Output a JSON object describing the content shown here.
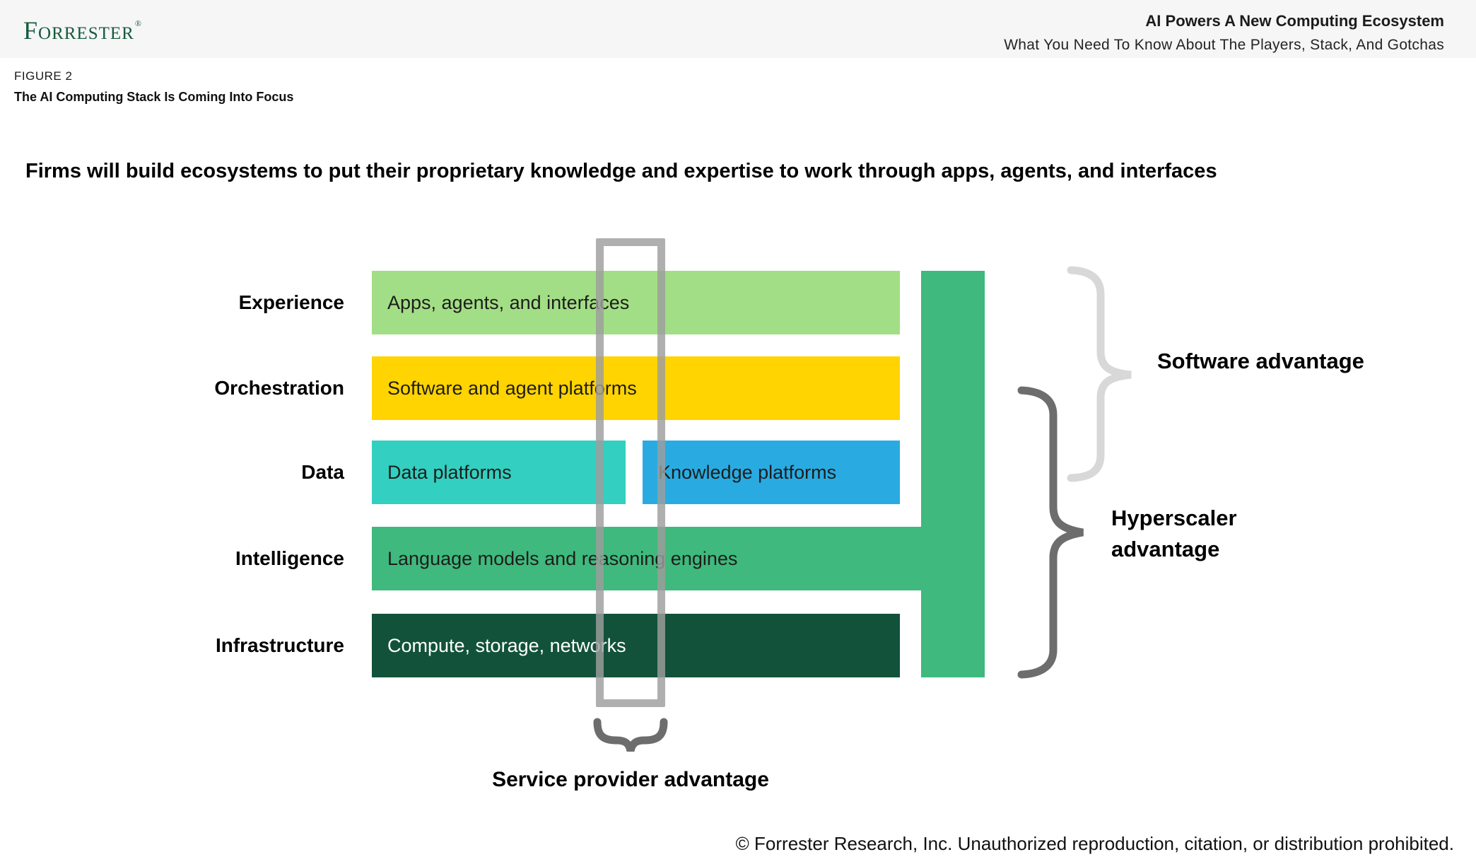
{
  "header": {
    "logo": "Forrester",
    "logo_mark": "®",
    "report_title": "AI Powers A New Computing Ecosystem",
    "report_subtitle": "What You Need To Know About The Players, Stack, And Gotchas"
  },
  "figure": {
    "label": "FIGURE 2",
    "title": "The AI Computing Stack Is Coming Into Focus",
    "heading": "Firms will build ecosystems to put their proprietary knowledge and expertise to work through apps, agents, and interfaces"
  },
  "diagram": {
    "rows": [
      {
        "label": "Experience",
        "bars": [
          {
            "text": "Apps, agents, and interfaces"
          }
        ]
      },
      {
        "label": "Orchestration",
        "bars": [
          {
            "text": "Software and agent platforms"
          }
        ]
      },
      {
        "label": "Data",
        "bars": [
          {
            "text": "Data platforms"
          },
          {
            "text": "Knowledge platforms"
          }
        ]
      },
      {
        "label": "Intelligence",
        "bars": [
          {
            "text": "Language models and reasoning engines"
          }
        ]
      },
      {
        "label": "Infrastructure",
        "bars": [
          {
            "text": "Compute, storage, networks"
          }
        ]
      }
    ],
    "annotations": {
      "software": "Software advantage",
      "hyperscaler": "Hyperscaler advantage",
      "service": "Service provider advantage"
    }
  },
  "colors": {
    "experience": "#A2DE85",
    "orchestration": "#FFD400",
    "data_platforms": "#33CFC1",
    "knowledge_platforms": "#29ABE2",
    "intelligence": "#3FB97D",
    "infrastructure": "#12523B",
    "hyperscaler_bar": "#3FB97D",
    "brace_light": "#D8D8D8",
    "brace_dark": "#6D6D6D",
    "logo_green": "#17593F"
  },
  "footer": {
    "copyright": "© Forrester Research, Inc. Unauthorized reproduction, citation, or distribution prohibited."
  }
}
